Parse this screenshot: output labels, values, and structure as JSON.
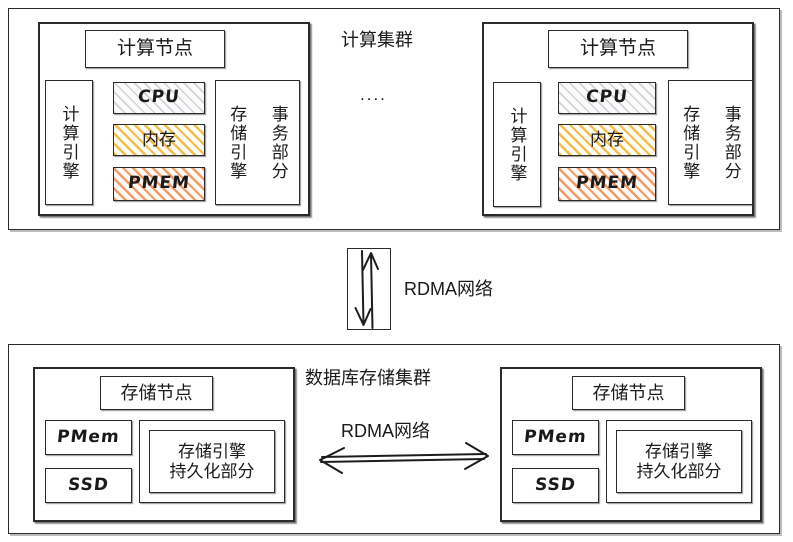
{
  "diagram": {
    "title": "计算集群 / 数据库存储集群 架构图",
    "colors": {
      "stroke": "#2b2b2b",
      "cpu_hatch": "#969ba5",
      "memory_hatch": "#f0b22d",
      "pmem_hatch": "#ed8b52",
      "background": "#ffffff"
    }
  },
  "compute_cluster": {
    "label": "计算集群",
    "ellipsis": "....",
    "nodes": [
      {
        "header": "计算节点",
        "left_column": "计算引擎",
        "hardware": [
          {
            "name": "CPU",
            "fill": "cpu_hatch"
          },
          {
            "name": "内存",
            "fill": "memory_hatch"
          },
          {
            "name": "PMEM",
            "fill": "pmem_hatch"
          }
        ],
        "right_columns": [
          "存储引擎",
          "事务部分"
        ]
      },
      {
        "header": "计算节点",
        "left_column": "计算引擎",
        "hardware": [
          {
            "name": "CPU",
            "fill": "cpu_hatch"
          },
          {
            "name": "内存",
            "fill": "memory_hatch"
          },
          {
            "name": "PMEM",
            "fill": "pmem_hatch"
          }
        ],
        "right_columns": [
          "存储引擎",
          "事务部分"
        ]
      }
    ]
  },
  "interconnect": {
    "label": "RDMA网络",
    "direction": "bidirectional-vertical"
  },
  "storage_cluster": {
    "label": "数据库存储集群",
    "link": {
      "label": "RDMA网络",
      "direction": "bidirectional-horizontal"
    },
    "nodes": [
      {
        "header": "存储节点",
        "media": [
          "PMem",
          "SSD"
        ],
        "engine": [
          "存储引擎",
          "持久化部分"
        ]
      },
      {
        "header": "存储节点",
        "media": [
          "PMem",
          "SSD"
        ],
        "engine": [
          "存储引擎",
          "持久化部分"
        ]
      }
    ]
  }
}
